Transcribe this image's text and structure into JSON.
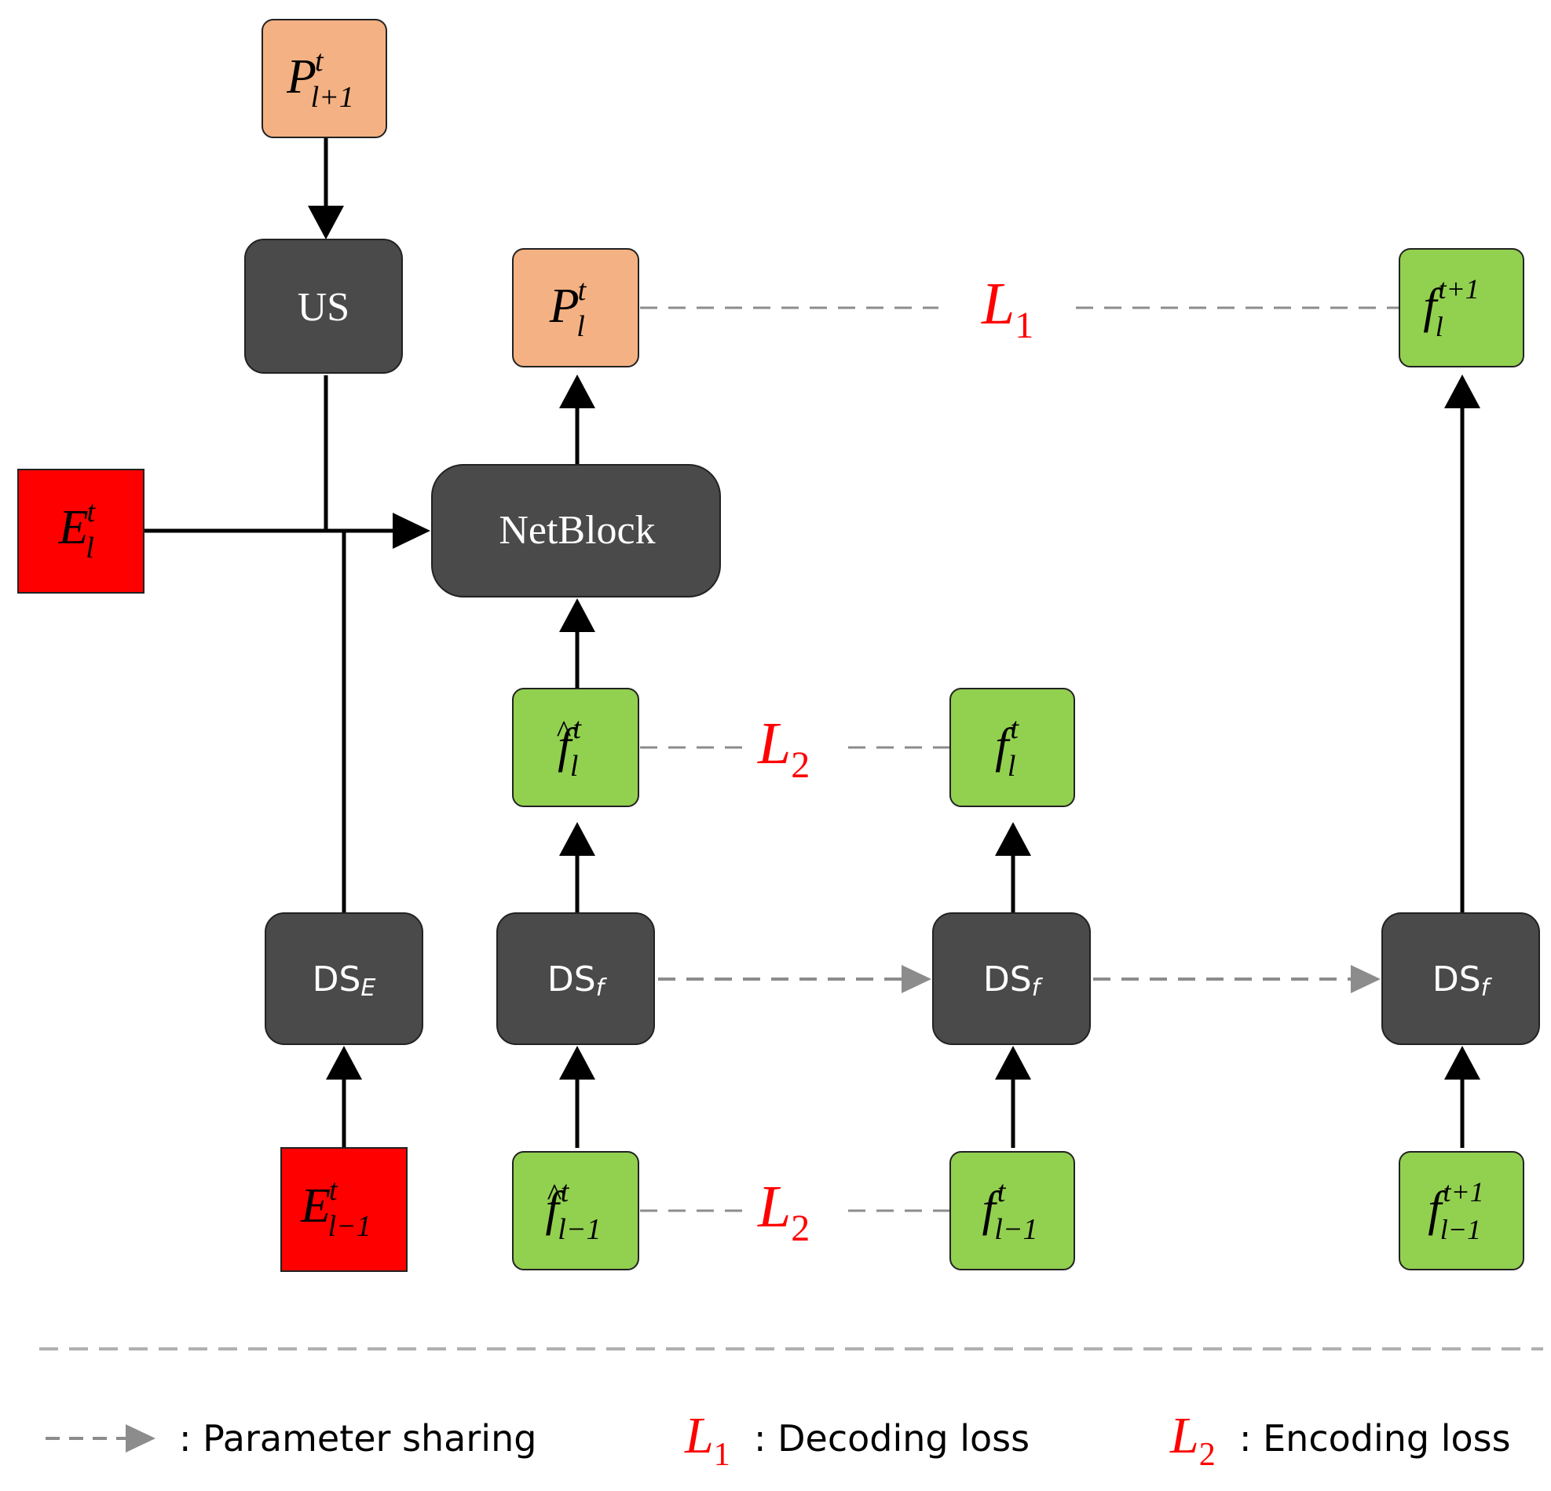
{
  "colors": {
    "dark_block": "#4a4a4a",
    "orange_block": "#f4b183",
    "green_block": "#92d050",
    "red_block": "#ff0000",
    "loss_text": "#ff0000",
    "dashed": "#8c8c8c"
  },
  "blocks": {
    "us": "US",
    "netblock": "NetBlock",
    "ds_e": {
      "base": "DS",
      "sub": "E"
    },
    "ds_f": {
      "base": "DS",
      "sub": "f"
    }
  },
  "variables": {
    "p_l1_t": {
      "base": "P",
      "sup": "t",
      "sub": "l+1",
      "hat": ""
    },
    "p_l_t": {
      "base": "P",
      "sup": "t",
      "sub": "l",
      "hat": ""
    },
    "e_l_t": {
      "base": "E",
      "sup": "t",
      "sub": "l",
      "hat": ""
    },
    "e_lm1_t": {
      "base": "E",
      "sup": "t",
      "sub": "l−1",
      "hat": ""
    },
    "fhat_l_t": {
      "base": "f",
      "sup": "t",
      "sub": "l",
      "hat": "^"
    },
    "fhat_lm1_t": {
      "base": "f",
      "sup": "t",
      "sub": "l−1",
      "hat": "^"
    },
    "f_l_t": {
      "base": "f",
      "sup": "t",
      "sub": "l",
      "hat": ""
    },
    "f_lm1_t": {
      "base": "f",
      "sup": "t",
      "sub": "l−1",
      "hat": ""
    },
    "f_l_t1": {
      "base": "f",
      "sup": "t+1",
      "sub": "l",
      "hat": ""
    },
    "f_lm1_t1": {
      "base": "f",
      "sup": "t+1",
      "sub": "l−1",
      "hat": ""
    }
  },
  "losses": {
    "l1": {
      "base": "L",
      "sub": "1"
    },
    "l2": {
      "base": "L",
      "sub": "2"
    }
  },
  "legend": {
    "parameter_sharing": ": Parameter sharing",
    "decoding": ": Decoding loss",
    "encoding": ": Encoding loss"
  }
}
